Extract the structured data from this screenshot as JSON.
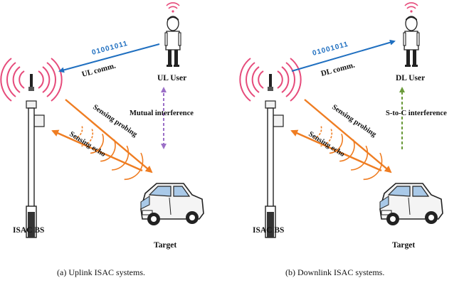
{
  "panel_a": {
    "bits": "01001011",
    "comm_label": "UL comm.",
    "user_label": "UL User",
    "interference_label": "Mutual interference",
    "probing_label": "Sensing probing",
    "echo_label": "Sensing echo",
    "bs_label": "ISAC BS",
    "target_label": "Target",
    "caption": "(a) Uplink ISAC systems."
  },
  "panel_b": {
    "bits": "01001011",
    "comm_label": "DL comm.",
    "user_label": "DL User",
    "interference_label": "S-to-C interference",
    "probing_label": "Sensing probing",
    "echo_label": "Sensing echo",
    "bs_label": "ISAC BS",
    "target_label": "Target",
    "caption": "(b) Downlink ISAC systems."
  },
  "colors": {
    "comm": "#1f6fc0",
    "sensing": "#ef7d22",
    "mutual_interference": "#9b6fc7",
    "s_to_c_interference": "#6a9a3a",
    "signal_waves": "#e64b7b"
  }
}
